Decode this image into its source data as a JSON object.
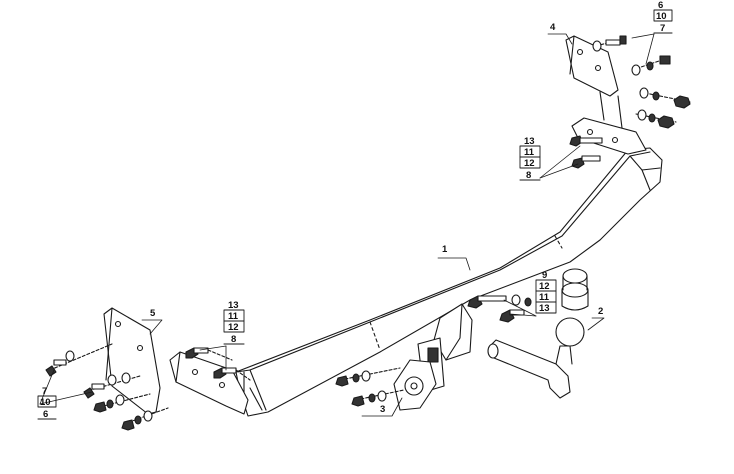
{
  "callouts": {
    "c1": "1",
    "c2": "2",
    "c3": "3",
    "c4": "4",
    "c5": "5",
    "top_right": [
      "6",
      "10",
      "7"
    ],
    "right_mount": [
      "13",
      "11",
      "12",
      "8"
    ],
    "center_right": [
      "9",
      "12",
      "11",
      "13"
    ],
    "left_mount": [
      "13",
      "11",
      "12",
      "8"
    ],
    "bottom_left": [
      "7",
      "10",
      "6"
    ]
  },
  "colors": {
    "line": "#1a1a1a",
    "fill": "#ffffff",
    "shade": "#d9d9d9",
    "dark": "#333333"
  }
}
